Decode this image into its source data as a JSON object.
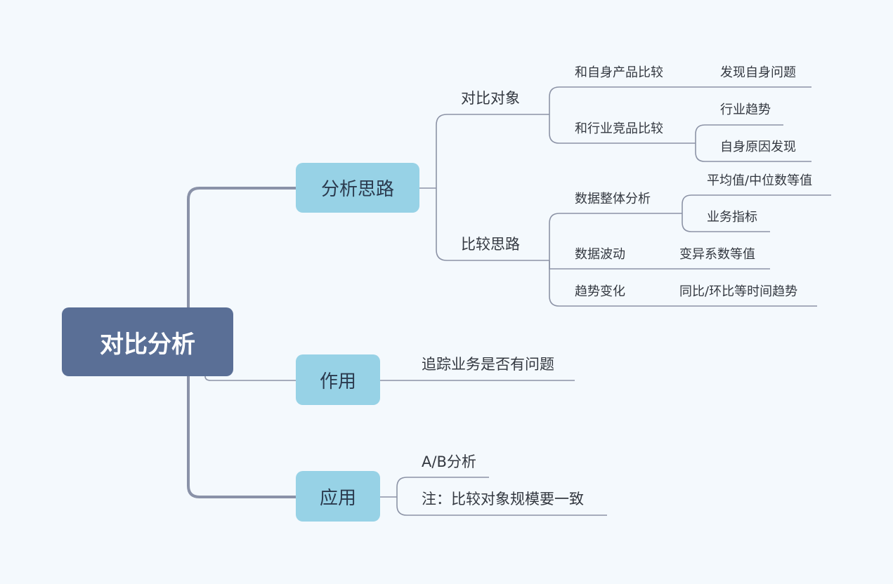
{
  "root": {
    "label": "对比分析"
  },
  "branches": {
    "analysis": {
      "label": "分析思路",
      "compare_target": {
        "label": "对比对象",
        "self_product": {
          "label": "和自身产品比较",
          "child": "发现自身问题"
        },
        "industry": {
          "label": "和行业竞品比较",
          "children": [
            "行业趋势",
            "自身原因发现"
          ]
        }
      },
      "compare_approach": {
        "label": "比较思路",
        "overall": {
          "label": "数据整体分析",
          "children": [
            "平均值/中位数等值",
            "业务指标"
          ]
        },
        "volatility": {
          "label": "数据波动",
          "child": "变异系数等值"
        },
        "trend": {
          "label": "趋势变化",
          "child": "同比/环比等时间趋势"
        }
      }
    },
    "purpose": {
      "label": "作用",
      "child": "追踪业务是否有问题"
    },
    "application": {
      "label": "应用",
      "children": [
        "A/B分析",
        "注：比较对象规模要一致"
      ]
    }
  }
}
